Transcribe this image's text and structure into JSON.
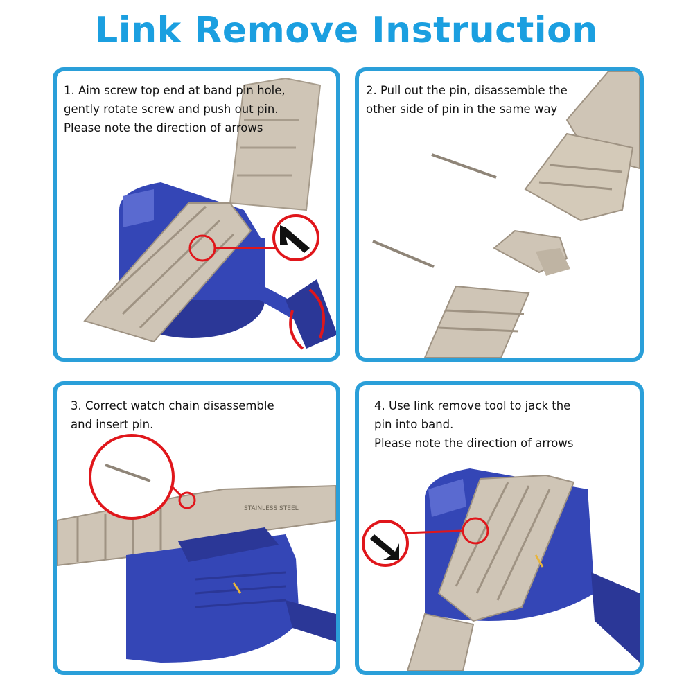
{
  "title": "Link Remove Instruction",
  "steps": [
    {
      "text": "1. Aim screw top end at band pin hole,\ngently rotate screw and push out pin.\nPlease note the direction of arrows"
    },
    {
      "text": "2. Pull out the pin, disassemble the\nother side of pin in the same way"
    },
    {
      "text": "3. Correct watch chain disassemble\nand insert pin."
    },
    {
      "text": "4. Use link remove tool to jack the\npin into band.\nPlease note the direction of arrows"
    }
  ],
  "band_marking": "STAINLESS STEEL",
  "icons": [
    "push-arrow-icon",
    "rotate-arrows-icon",
    "magnifier-circle-icon"
  ],
  "colors": {
    "accent": "#1b9fe0",
    "tool": "#2f3da8",
    "band": "#c9bfb0",
    "marker": "#e0161b"
  }
}
